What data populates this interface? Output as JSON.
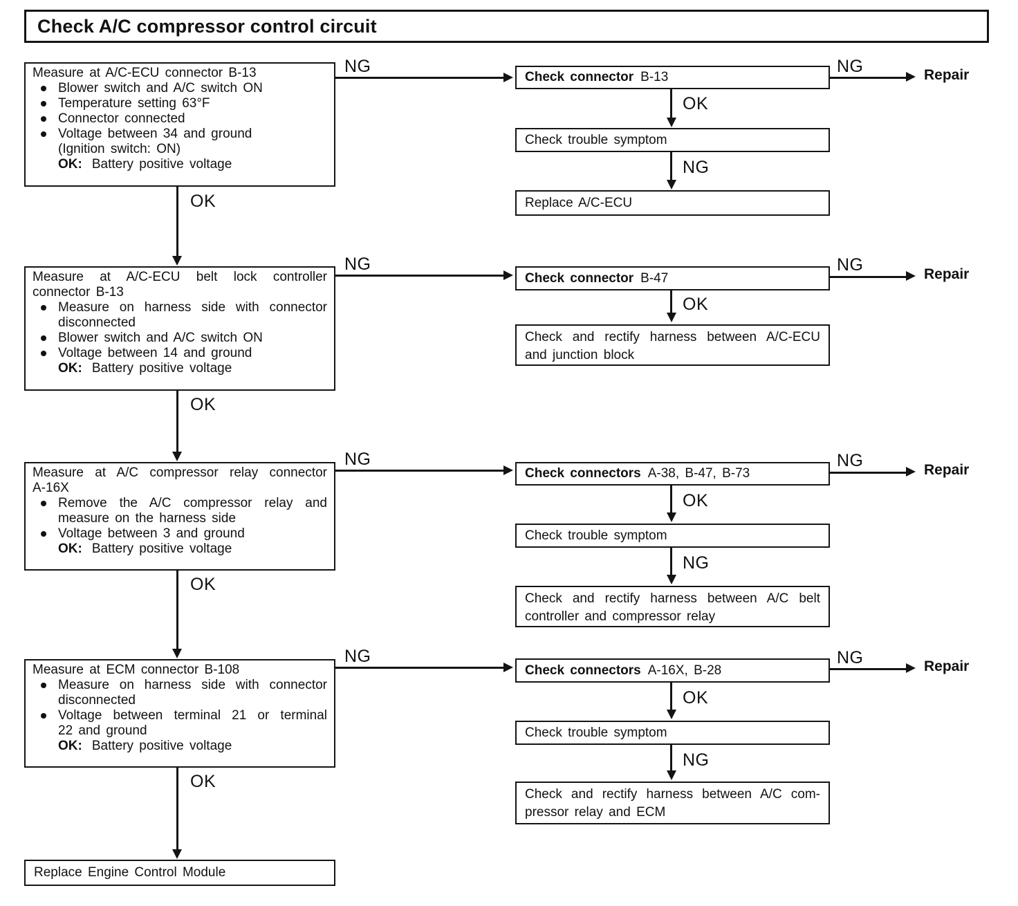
{
  "title": "Check A/C compressor control circuit",
  "labels": {
    "ok": "OK",
    "ng": "NG",
    "ok_colon": "OK:",
    "repair": "Repair"
  },
  "steps": [
    {
      "measure": {
        "heading_lines": [
          "Measure at A/C-ECU connector B-13"
        ],
        "bullets": [
          {
            "text": "Blower switch and A/C switch ON"
          },
          {
            "text": "Temperature setting 63°F"
          },
          {
            "text": "Connector connected"
          },
          {
            "text": "Voltage between 34 and ground",
            "cont": "(Ignition switch: ON)"
          }
        ],
        "ok_text": "Battery positive voltage"
      },
      "check": {
        "bold": "Check connector",
        "rest": "B-13"
      },
      "trouble": "Check trouble symptom",
      "result_lines": [
        "Replace A/C-ECU"
      ]
    },
    {
      "measure": {
        "heading_lines": [
          "Measure at A/C-ECU belt lock controller",
          "connector B-13"
        ],
        "bullets": [
          {
            "text": "Measure on harness side with connector",
            "cont": "disconnected"
          },
          {
            "text": "Blower switch and A/C switch ON"
          },
          {
            "text": "Voltage between 14 and ground"
          }
        ],
        "ok_text": "Battery positive voltage"
      },
      "check": {
        "bold": "Check connector",
        "rest": "B-47"
      },
      "result_lines": [
        "Check and rectify harness between A/C-ECU",
        "and junction block"
      ]
    },
    {
      "measure": {
        "heading_lines": [
          "Measure at A/C compressor relay connector",
          "A-16X"
        ],
        "bullets": [
          {
            "text": "Remove the A/C compressor relay and",
            "cont": "measure on the harness side"
          },
          {
            "text": "Voltage between 3 and ground"
          }
        ],
        "ok_text": "Battery positive voltage"
      },
      "check": {
        "bold": "Check connectors",
        "rest": "A-38, B-47, B-73"
      },
      "trouble": "Check trouble symptom",
      "result_lines": [
        "Check and rectify harness between A/C belt",
        "controller and compressor relay"
      ]
    },
    {
      "measure": {
        "heading_lines": [
          "Measure at ECM connector B-108"
        ],
        "bullets": [
          {
            "text": "Measure on harness side with connector",
            "cont": "disconnected"
          },
          {
            "text": "Voltage between terminal 21 or terminal",
            "cont": "22 and ground"
          }
        ],
        "ok_text": "Battery positive voltage"
      },
      "check": {
        "bold": "Check connectors",
        "rest": "A-16X, B-28"
      },
      "trouble": "Check trouble symptom",
      "result_lines": [
        "Check and rectify harness between A/C com-",
        "pressor relay and ECM"
      ]
    }
  ],
  "final_box": "Replace Engine Control Module"
}
